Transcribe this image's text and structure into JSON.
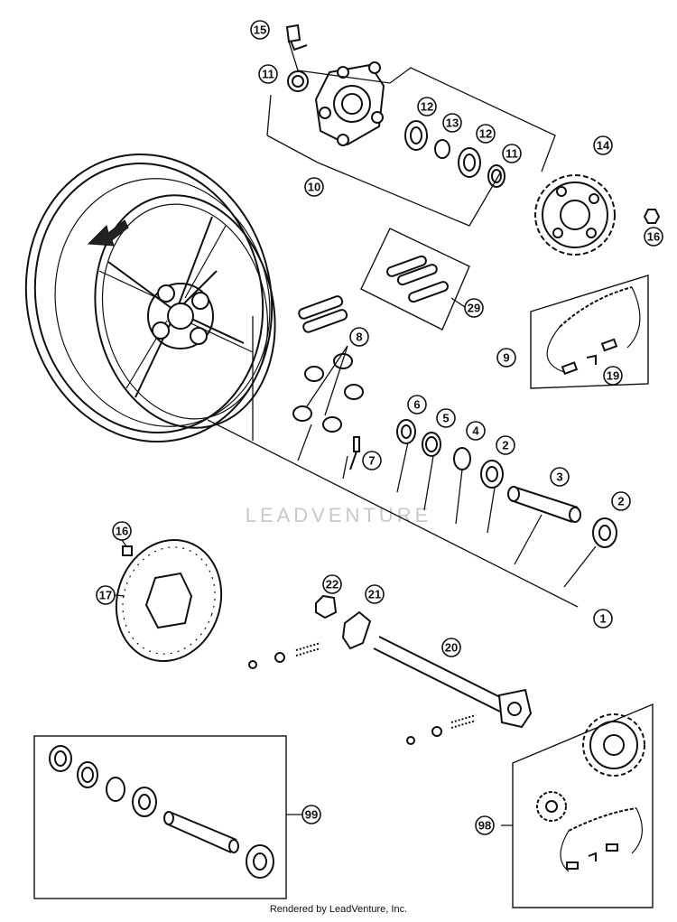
{
  "callouts": [
    "15",
    "11",
    "10",
    "12",
    "13",
    "12",
    "11",
    "14",
    "16",
    "29",
    "8",
    "9",
    "19",
    "6",
    "5",
    "4",
    "2",
    "3",
    "2",
    "7",
    "16",
    "17",
    "22",
    "21",
    "20",
    "1",
    "99",
    "98"
  ],
  "watermark": "LEADVENTURE",
  "footer": "Rendered by LeadVenture, Inc."
}
